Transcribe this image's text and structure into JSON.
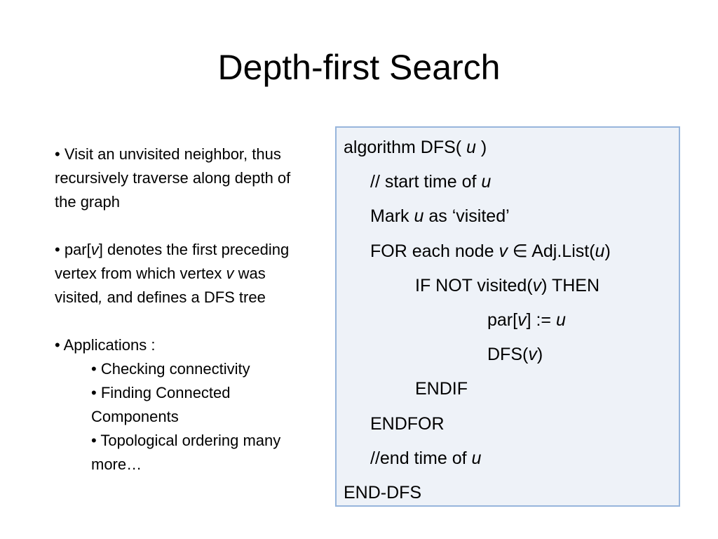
{
  "slide": {
    "title": "Depth-first Search"
  },
  "bullets": {
    "b1": {
      "bullet": "• ",
      "text": "Visit an unvisited neighbor, thus recursively traverse along depth of the graph"
    },
    "b2": {
      "bullet": "• ",
      "t1": "par[",
      "v1": "v",
      "t2": "] denotes the first preceding vertex from which vertex ",
      "v2": "v",
      "t3": " was visited",
      "t4": ",",
      "t5": " and defines a DFS tree"
    },
    "b3": {
      "bullet": "• ",
      "text": "Applications :",
      "subitems": [
        "Checking connectivity",
        "Finding Connected Components",
        "Topological ordering many more…"
      ]
    }
  },
  "code": {
    "l1": {
      "a": "algorithm DFS( ",
      "u": "u",
      "b": " )"
    },
    "l2": {
      "a": "// start time of ",
      "u": "u"
    },
    "l3": {
      "a": "Mark ",
      "u": "u",
      "b": " as ‘visited’"
    },
    "l4": {
      "a": "FOR each node ",
      "v": "v",
      "b": " ∈ Adj.List(",
      "u": "u",
      "c": ")"
    },
    "l5": {
      "a": "IF NOT visited(",
      "v": "v",
      "b": ") THEN"
    },
    "l6": {
      "a": "par[",
      "v": "v",
      "b": "] := ",
      "u": "u"
    },
    "l7": {
      "a": "DFS(",
      "v": "v",
      "b": ")"
    },
    "l8": {
      "a": "ENDIF"
    },
    "l9": {
      "a": "ENDFOR"
    },
    "l10": {
      "a": "//end time of ",
      "u": "u"
    },
    "l11": {
      "a": "END-DFS"
    }
  },
  "colors": {
    "code_background": "#eef2f8",
    "code_border": "#97b5dc"
  }
}
